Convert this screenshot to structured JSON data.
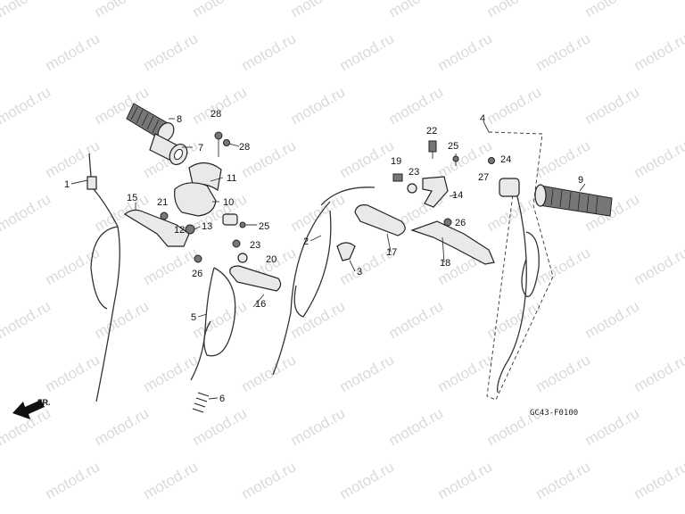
{
  "diagram": {
    "watermark": "motod.ru",
    "drawing_code": "GC43-F0100",
    "direction_label": "FR.",
    "part_callouts": [
      {
        "id": "1",
        "label": "1"
      },
      {
        "id": "2",
        "label": "2"
      },
      {
        "id": "3",
        "label": "3"
      },
      {
        "id": "4",
        "label": "4"
      },
      {
        "id": "5",
        "label": "5"
      },
      {
        "id": "6",
        "label": "6"
      },
      {
        "id": "7",
        "label": "7"
      },
      {
        "id": "8",
        "label": "8"
      },
      {
        "id": "9",
        "label": "9"
      },
      {
        "id": "10",
        "label": "10"
      },
      {
        "id": "11",
        "label": "11"
      },
      {
        "id": "12",
        "label": "12"
      },
      {
        "id": "13",
        "label": "13"
      },
      {
        "id": "14",
        "label": "14"
      },
      {
        "id": "15",
        "label": "15"
      },
      {
        "id": "16",
        "label": "16"
      },
      {
        "id": "17",
        "label": "17"
      },
      {
        "id": "18",
        "label": "18"
      },
      {
        "id": "19",
        "label": "19"
      },
      {
        "id": "20",
        "label": "20"
      },
      {
        "id": "21",
        "label": "21"
      },
      {
        "id": "22",
        "label": "22"
      },
      {
        "id": "23a",
        "label": "23"
      },
      {
        "id": "23b",
        "label": "23"
      },
      {
        "id": "24",
        "label": "24"
      },
      {
        "id": "25a",
        "label": "25"
      },
      {
        "id": "25b",
        "label": "25"
      },
      {
        "id": "26a",
        "label": "26"
      },
      {
        "id": "26b",
        "label": "26"
      },
      {
        "id": "27",
        "label": "27"
      },
      {
        "id": "28a",
        "label": "28"
      },
      {
        "id": "28b",
        "label": "28"
      }
    ]
  }
}
